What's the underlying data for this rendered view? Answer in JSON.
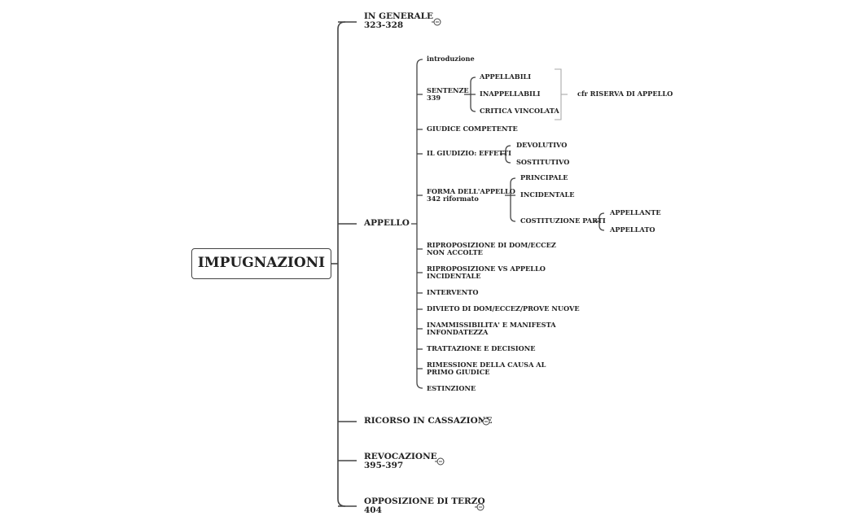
{
  "root": {
    "title": "IMPUGNAZIONI"
  },
  "branches": {
    "in_generale": {
      "label": "IN GENERALE",
      "sub": "323-328",
      "icon": "collapse-minus-icon"
    },
    "appello": {
      "label": "APPELLO",
      "children": {
        "introduzione": "introduzione",
        "sentenze": {
          "label": "SENTENZE",
          "sub": "339",
          "children": [
            "APPELLABILI",
            "INAPPELLABILI",
            "CRITICA VINCOLATA"
          ],
          "summary": "cfr RISERVA DI APPELLO"
        },
        "giudice_competente": "GIUDICE COMPETENTE",
        "giudizio": {
          "label": "IL GIUDIZIO: EFFETTI",
          "children": [
            "DEVOLUTIVO",
            "SOSTITUTIVO"
          ]
        },
        "forma": {
          "label": "FORMA DELL'APPELLO",
          "sub": "342 riformato",
          "children": [
            "PRINCIPALE",
            "INCIDENTALE"
          ],
          "costituzione": {
            "label": "COSTITUZIONE PARTI",
            "children": [
              "APPELLANTE",
              "APPELLATO"
            ]
          }
        },
        "riproposizione_1": "RIPROPOSIZIONE DI DOM/ECCEZ NON ACCOLTE",
        "riproposizione_2": "RIPROPOSIZIONE VS APPELLO INCIDENTALE",
        "intervento": "INTERVENTO",
        "divieto": "DIVIETO DI DOM/ECCEZ/PROVE NUOVE",
        "inammissibilita": "INAMMISSIBILITA' E MANIFESTA INFONDATEZZA",
        "trattazione": "TRATTAZIONE E DECISIONE",
        "rimessione": "RIMESSIONE DELLA CAUSA AL PRIMO GIUDICE",
        "estinzione": "ESTINZIONE"
      }
    },
    "ricorso": {
      "label": "RICORSO IN CASSAZIONE",
      "icon": "collapse-minus-icon"
    },
    "revocazione": {
      "label": "REVOCAZIONE",
      "sub": "395-397",
      "icon": "collapsed-count-icon"
    },
    "opposizione": {
      "label": "OPPOSIZIONE DI TERZO",
      "sub": "404",
      "icon": "collapsed-count-icon"
    }
  },
  "colors": {
    "line": "#444444",
    "bracket": "#aaaaaa",
    "text": "#222222"
  }
}
